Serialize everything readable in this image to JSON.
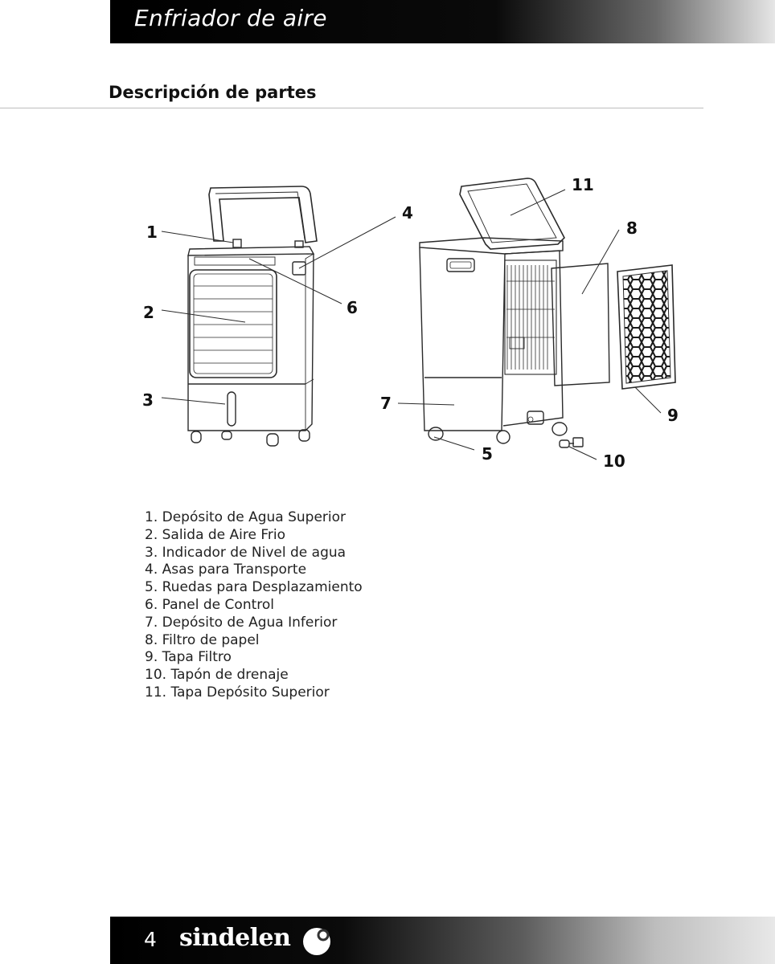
{
  "header": {
    "title": "Enfriador de aire"
  },
  "section": {
    "title": "Descripción de partes"
  },
  "diagram": {
    "callouts": [
      "1",
      "2",
      "3",
      "4",
      "5",
      "6",
      "7",
      "8",
      "9",
      "10",
      "11"
    ]
  },
  "parts": [
    "1.  Depósito de Agua Superior",
    "2.  Salida de Aire Frio",
    "3.  Indicador de Nivel de agua",
    "4.  Asas para Transporte",
    "5.  Ruedas para Desplazamiento",
    "6.  Panel de Control",
    "7.  Depósito de Agua Inferior",
    "8.  Filtro de papel",
    "9.  Tapa Filtro",
    "10. Tapón de drenaje",
    "11. Tapa Depósito Superior"
  ],
  "footer": {
    "page_number": "4",
    "brand": "sindelen"
  }
}
